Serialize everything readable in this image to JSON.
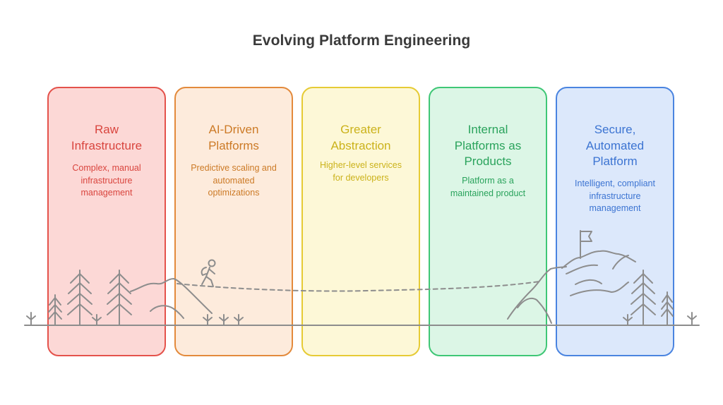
{
  "title": "Evolving Platform Engineering",
  "stages": [
    {
      "title_lines": [
        "Raw",
        "Infrastructure"
      ],
      "desc_lines": [
        "Complex, manual",
        "infrastructure",
        "management"
      ],
      "color": "#e4524b",
      "fill": "#fcd8d6",
      "text_color": "#d9453e"
    },
    {
      "title_lines": [
        "AI-Driven",
        "Platforms"
      ],
      "desc_lines": [
        "Predictive scaling and",
        "automated",
        "optimizations"
      ],
      "color": "#e38a3c",
      "fill": "#fdebdc",
      "text_color": "#cc7a26"
    },
    {
      "title_lines": [
        "Greater",
        "Abstraction"
      ],
      "desc_lines": [
        "Higher-level services",
        "for developers"
      ],
      "color": "#e6cb35",
      "fill": "#fdf8d7",
      "text_color": "#cbb21a"
    },
    {
      "title_lines": [
        "Internal",
        "Platforms as",
        "Products"
      ],
      "desc_lines": [
        "Platform as a",
        "maintained product"
      ],
      "color": "#3fc776",
      "fill": "#dcf6e6",
      "text_color": "#2aa35c"
    },
    {
      "title_lines": [
        "Secure,",
        "Automated",
        "Platform"
      ],
      "desc_lines": [
        "Intelligent, compliant",
        "infrastructure",
        "management"
      ],
      "color": "#4a84e0",
      "fill": "#dce8fb",
      "text_color": "#3c74d2"
    }
  ]
}
